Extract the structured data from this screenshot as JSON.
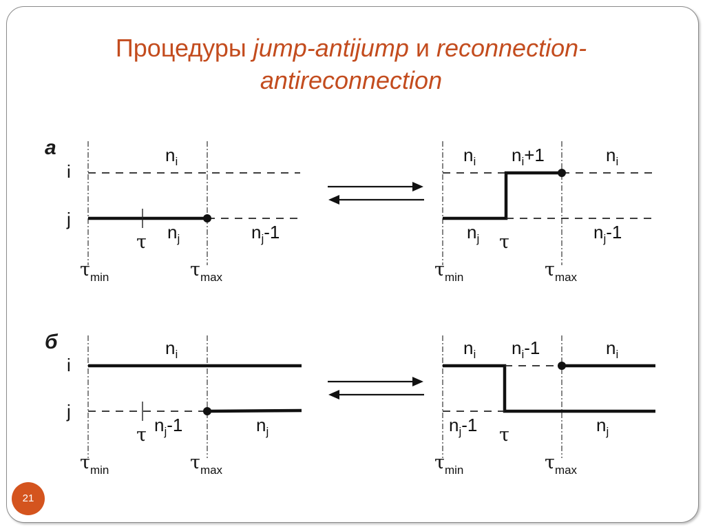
{
  "slide": {
    "title_part1": "Процедуры ",
    "title_part2": "jump-antijump",
    "title_part3": " и ",
    "title_part4": "reconnection-antireconnection",
    "page_number": "21",
    "accent_color": "#c34c1e",
    "badge_color": "#d4541e"
  },
  "diagram": {
    "panel_a_label": "а",
    "panel_b_label": "б",
    "row_i": "i",
    "row_j": "j",
    "n": "n",
    "sub_i": "i",
    "sub_j": "j",
    "plus_one": "+1",
    "minus_one": "-1",
    "tau": "τ",
    "sub_min": "min",
    "sub_max": "max"
  }
}
